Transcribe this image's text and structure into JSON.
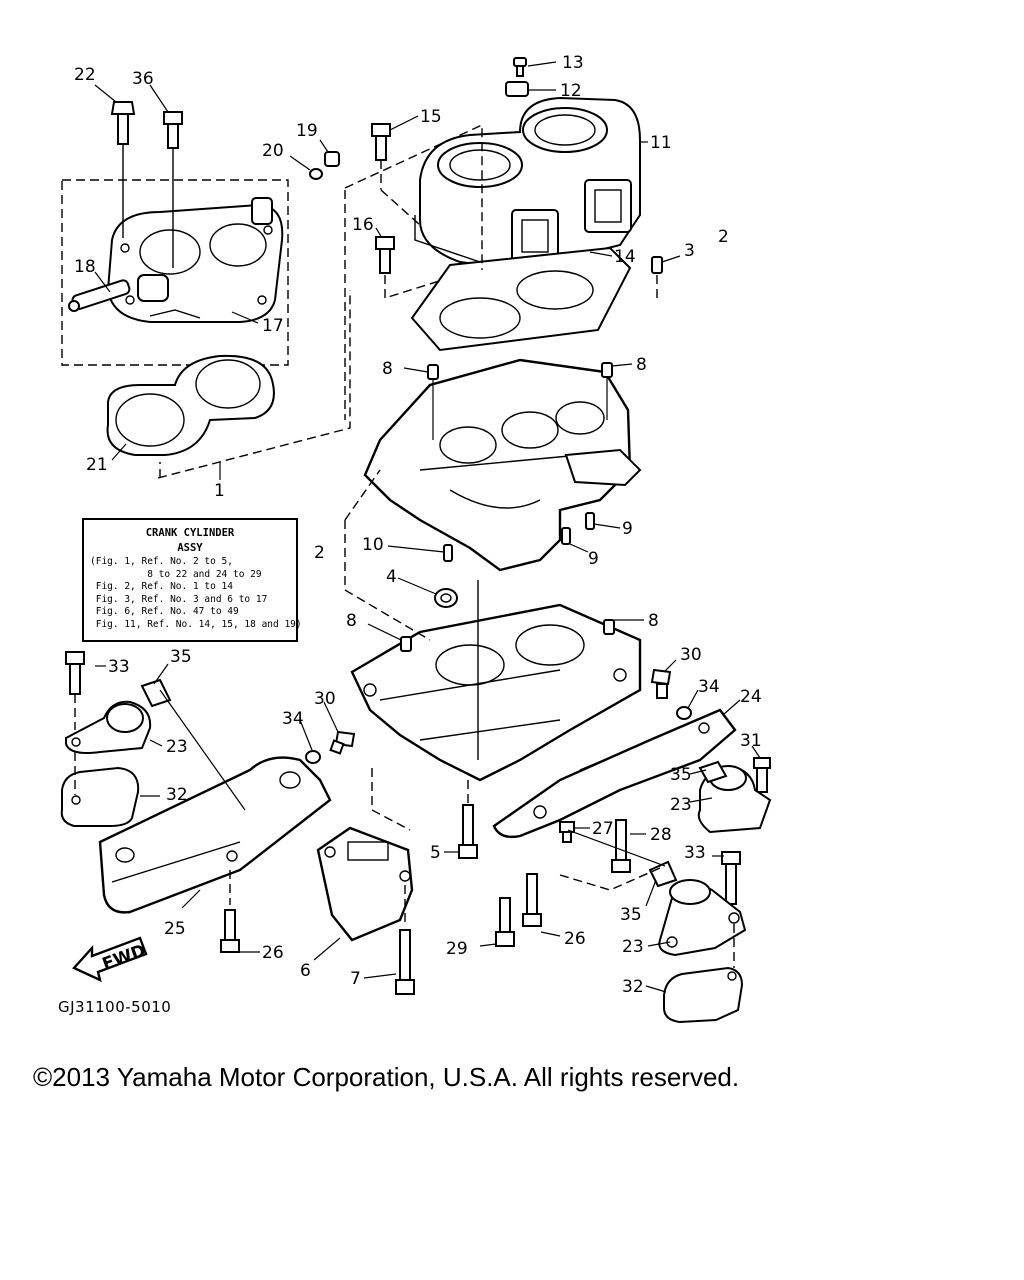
{
  "labels": {
    "p1": "1",
    "p2a": "2",
    "p2b": "2",
    "p3": "3",
    "p4": "4",
    "p5": "5",
    "p6": "6",
    "p7": "7",
    "p8a": "8",
    "p8b": "8",
    "p8c": "8",
    "p8d": "8",
    "p9a": "9",
    "p9b": "9",
    "p10": "10",
    "p11": "11",
    "p12": "12",
    "p13": "13",
    "p14": "14",
    "p15": "15",
    "p16": "16",
    "p17": "17",
    "p18": "18",
    "p19": "19",
    "p20": "20",
    "p21": "21",
    "p22": "22",
    "p23a": "23",
    "p23b": "23",
    "p23c": "23",
    "p24": "24",
    "p25": "25",
    "p26a": "26",
    "p26b": "26",
    "p27": "27",
    "p28": "28",
    "p29": "29",
    "p30a": "30",
    "p30b": "30",
    "p31": "31",
    "p32a": "32",
    "p32b": "32",
    "p33a": "33",
    "p33b": "33",
    "p34a": "34",
    "p34b": "34",
    "p35a": "35",
    "p35b": "35",
    "p35c": "35",
    "p36": "36"
  },
  "legend": {
    "title1": "CRANK CYLINDER",
    "title2": "ASSY",
    "line1": "(Fig. 1, Ref. No. 2 to 5,",
    "line2": "          8 to 22 and 24 to 29",
    "line3": " Fig. 2, Ref. No. 1 to 14",
    "line4": " Fig. 3, Ref. No. 3 and 6 to 17",
    "line5": " Fig. 6, Ref. No. 47 to 49",
    "line6": " Fig. 11, Ref. No. 14, 15, 18 and 19)"
  },
  "fwd_label": "FWD",
  "figure_code": "GJ31100-5010",
  "copyright": "©2013 Yamaha Motor Corporation, U.S.A. All rights reserved."
}
